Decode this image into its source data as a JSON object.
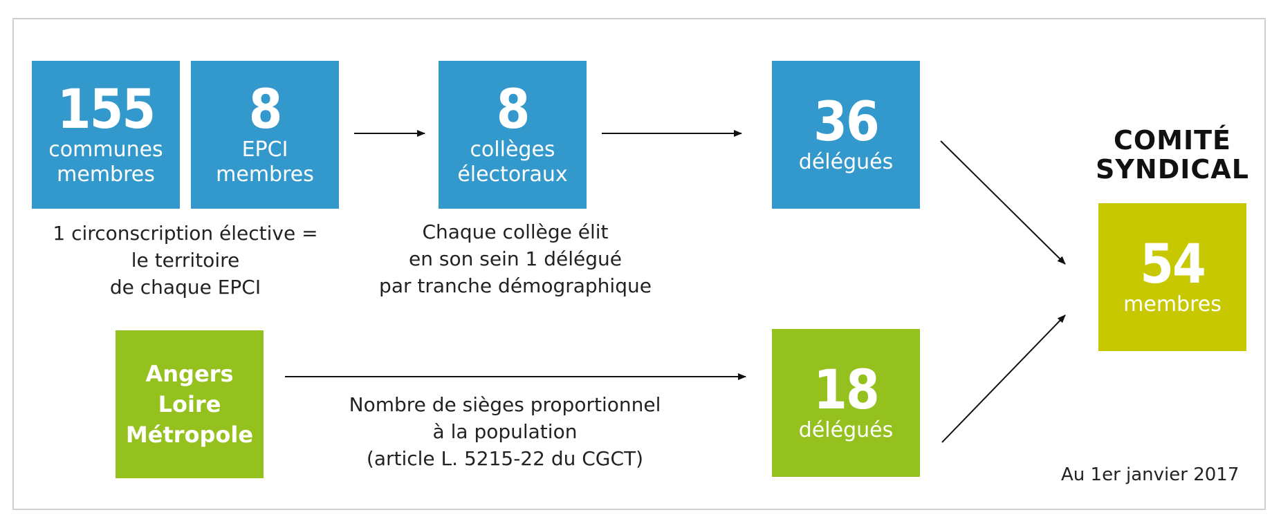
{
  "boxes": {
    "communes": {
      "number": "155",
      "line1": "communes",
      "line2": "membres"
    },
    "epci": {
      "number": "8",
      "line1": "EPCI",
      "line2": "membres"
    },
    "colleges": {
      "number": "8",
      "line1": "collèges",
      "line2": "électoraux"
    },
    "delegues_blue": {
      "number": "36",
      "line1": "délégués"
    },
    "angers": {
      "line1": "Angers",
      "line2": "Loire",
      "line3": "Métropole"
    },
    "delegues_green": {
      "number": "18",
      "line1": "délégués"
    },
    "comite": {
      "number": "54",
      "line1": "membres"
    }
  },
  "captions": {
    "circonscription": [
      "1 circonscription élective =",
      "le territoire",
      "de chaque EPCI"
    ],
    "college": [
      "Chaque collège élit",
      "en son sein 1 délégué",
      "par tranche démographique"
    ],
    "sieges": [
      "Nombre de sièges proportionnel",
      "à la population",
      "(article L. 5215-22 du CGCT)"
    ]
  },
  "title": {
    "line1": "COMITÉ",
    "line2": "SYNDICAL"
  },
  "date_note": "Au 1er janvier 2017",
  "colors": {
    "blue": "#3399cc",
    "green": "#95c11f",
    "olive": "#c8c800",
    "arrow": "#111111"
  }
}
